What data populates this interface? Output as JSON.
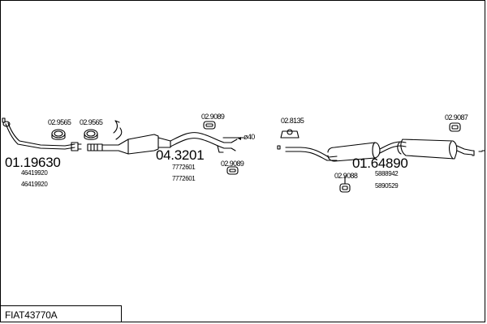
{
  "title": "FIAT43770A",
  "parts": {
    "front_pipe": {
      "number": "01.19630",
      "refs": [
        "46419920",
        "46419920"
      ]
    },
    "catalyst": {
      "number": "04.3201",
      "refs": [
        "7772601",
        "7772601"
      ]
    },
    "rear_section": {
      "number": "01.64890",
      "refs": [
        "5888942",
        "5890529"
      ]
    }
  },
  "accessories": {
    "clamp_1": "02.9565",
    "clamp_2": "02.9565",
    "hanger_1": "02.9089",
    "hanger_2": "02.9089",
    "mount_1": "02.8135",
    "hanger_3": "02.9088",
    "hanger_4": "02.9087"
  },
  "diameter_note": "ø40",
  "colors": {
    "line": "#000000",
    "background": "#ffffff"
  }
}
